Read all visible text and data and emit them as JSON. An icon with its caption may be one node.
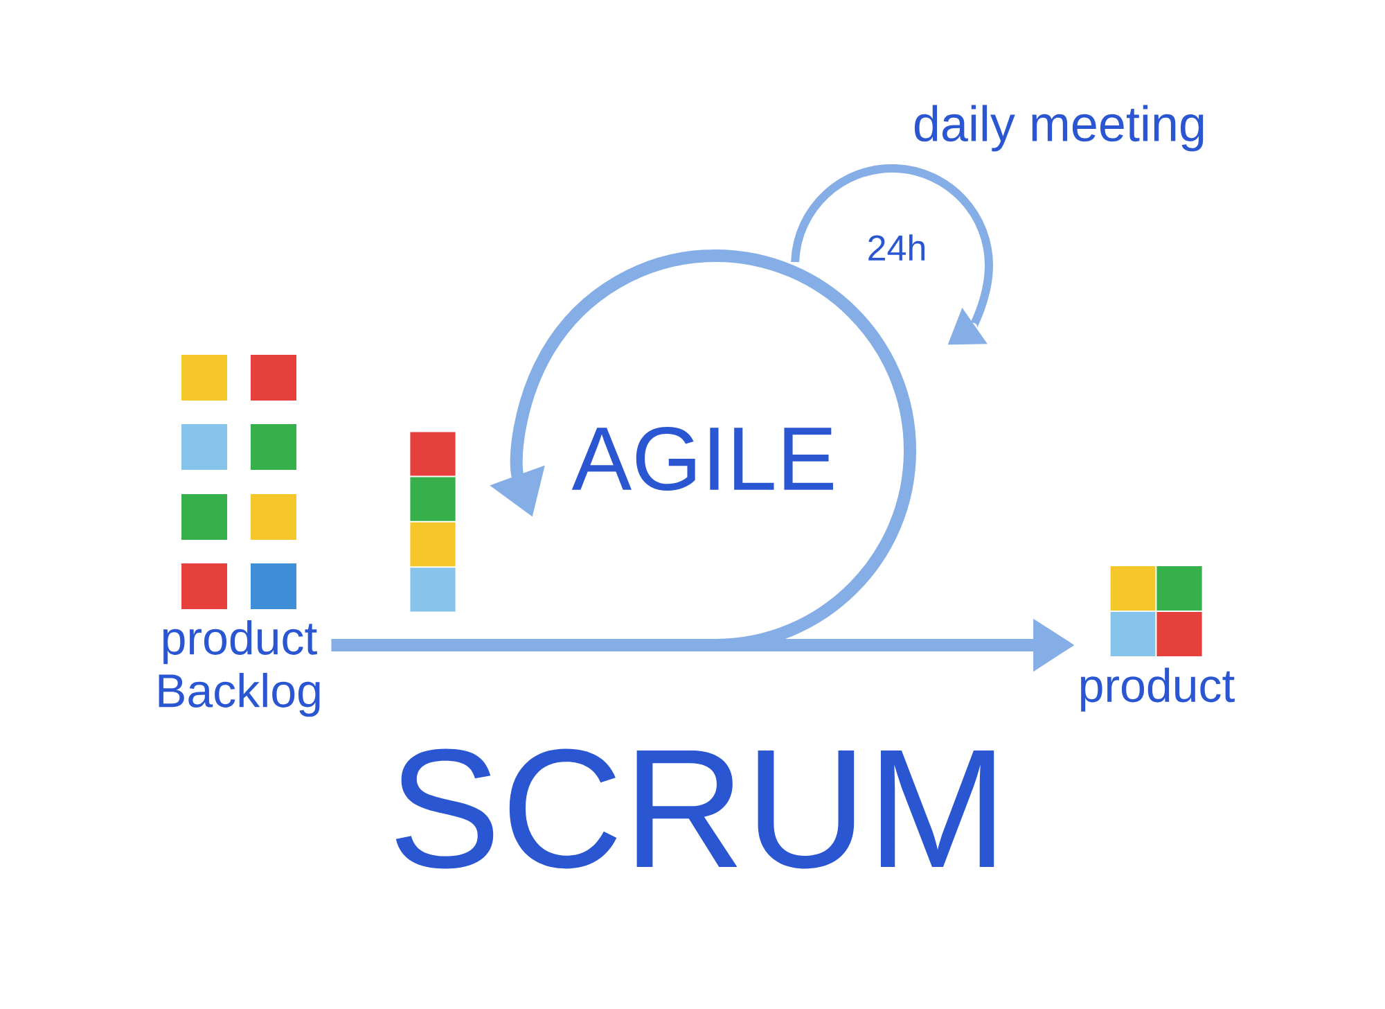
{
  "diagram": {
    "nodes": [
      {
        "text": [
          "product Backlog"
        ]
      },
      {
        "text": [],
        "shape": "bar"
      },
      {
        "text": [
          "product"
        ]
      }
    ],
    "edges": [
      {
        "from": 0,
        "to": 2,
        "arrow": "to"
      }
    ],
    "labels": [
      "daily meeting",
      "24h",
      "AGILE",
      "SCRUM"
    ]
  }
}
